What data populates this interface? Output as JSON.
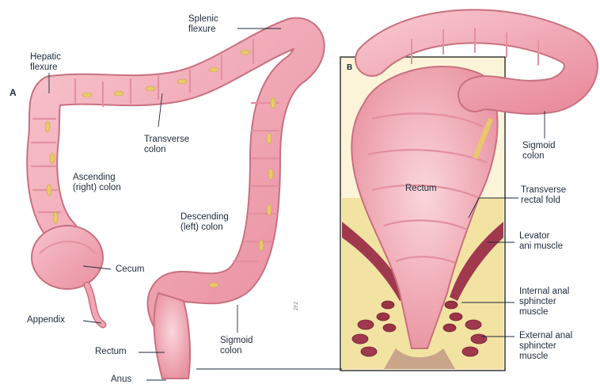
{
  "panels": {
    "a": "A",
    "b": "B"
  },
  "credit": "ZFZ",
  "labels_a": {
    "splenic_flexure": [
      "Splenic",
      "flexure"
    ],
    "hepatic_flexure": [
      "Hepatic",
      "flexure"
    ],
    "transverse_colon": [
      "Transverse",
      "colon"
    ],
    "ascending_colon": [
      "Ascending",
      "(right) colon"
    ],
    "descending_colon": [
      "Descending",
      "(left) colon"
    ],
    "cecum": "Cecum",
    "appendix": "Appendix",
    "rectum": "Rectum",
    "sigmoid_colon": [
      "Sigmoid",
      "colon"
    ],
    "anus": "Anus"
  },
  "labels_b": {
    "sigmoid_colon": [
      "Sigmoid",
      "colon"
    ],
    "rectum": "Rectum",
    "transverse_rectal_fold": [
      "Transverse",
      "rectal fold"
    ],
    "levator_ani": [
      "Levator",
      "ani muscle"
    ],
    "internal_anal_sphincter": [
      "Internal anal",
      "sphincter",
      "muscle"
    ],
    "external_anal_sphincter": [
      "External anal",
      "sphincter",
      "muscle"
    ]
  },
  "colors": {
    "colon_fill": "#f1a6b3",
    "colon_outline": "#c9707f",
    "haustra": "#e48f9f",
    "taenia": "#e9c86a",
    "fat": "#f2e3a3",
    "muscle": "#9a3346",
    "panel_border": "#2b2b2b",
    "label_text": "#1e2a3a"
  }
}
